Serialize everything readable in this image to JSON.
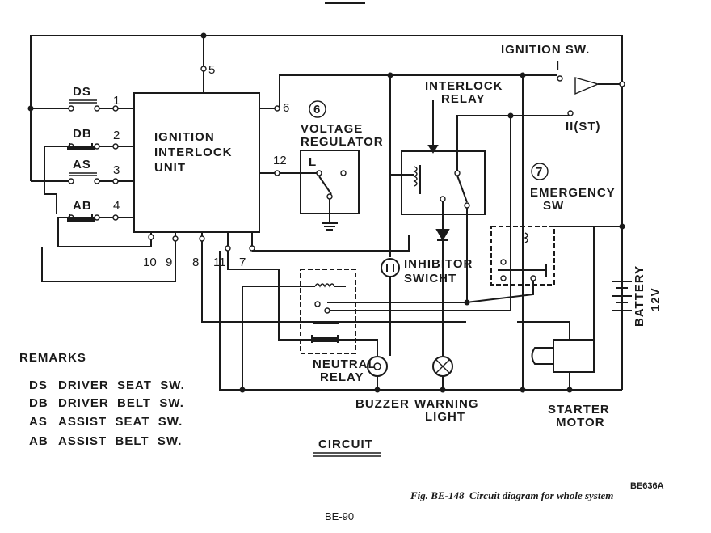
{
  "figure": {
    "code": "BE636A",
    "caption": "Fig. BE-148  Circuit diagram for whole system",
    "page_number": "BE-90",
    "circuit_title": "CIRCUIT"
  },
  "components": {
    "ignition_interlock_unit": [
      "IGNITION",
      "INTERLOCK",
      "UNIT"
    ],
    "voltage_regulator": {
      "number": "6",
      "lines": [
        "VOLTAGE",
        "REGULATOR"
      ],
      "terminal": "L"
    },
    "interlock_relay": [
      "INTERLOCK",
      "RELAY"
    ],
    "ignition_switch": {
      "label": "IGNITION SW.",
      "pos1": "I",
      "pos2": "II(ST)"
    },
    "emergency_sw": {
      "number": "7",
      "lines": [
        "EMERGENCY",
        "SW"
      ]
    },
    "inhibitor_switch": [
      "INHIBITOR",
      "SWICHT"
    ],
    "neutral_relay": [
      "NEUTRAL",
      "RELAY"
    ],
    "buzzer": "BUZZER",
    "warning_light": [
      "WARNING",
      "LIGHT"
    ],
    "starter_motor": [
      "STARTER",
      "MOTOR"
    ],
    "battery": [
      "BATTERY",
      "12V"
    ]
  },
  "seat_switches": [
    {
      "code": "DS",
      "terminal": "1"
    },
    {
      "code": "DB",
      "terminal": "2"
    },
    {
      "code": "AS",
      "terminal": "3"
    },
    {
      "code": "AB",
      "terminal": "4"
    }
  ],
  "unit_terminals": [
    "5",
    "6",
    "12",
    "10",
    "9",
    "8",
    "11",
    "7"
  ],
  "remarks": {
    "title": "REMARKS",
    "items": [
      {
        "code": "DS",
        "text": "DRIVER  SEAT  SW."
      },
      {
        "code": "DB",
        "text": "DRIVER  BELT  SW."
      },
      {
        "code": "AS",
        "text": "ASSIST  SEAT  SW."
      },
      {
        "code": "AB",
        "text": "ASSIST  BELT  SW."
      }
    ]
  }
}
